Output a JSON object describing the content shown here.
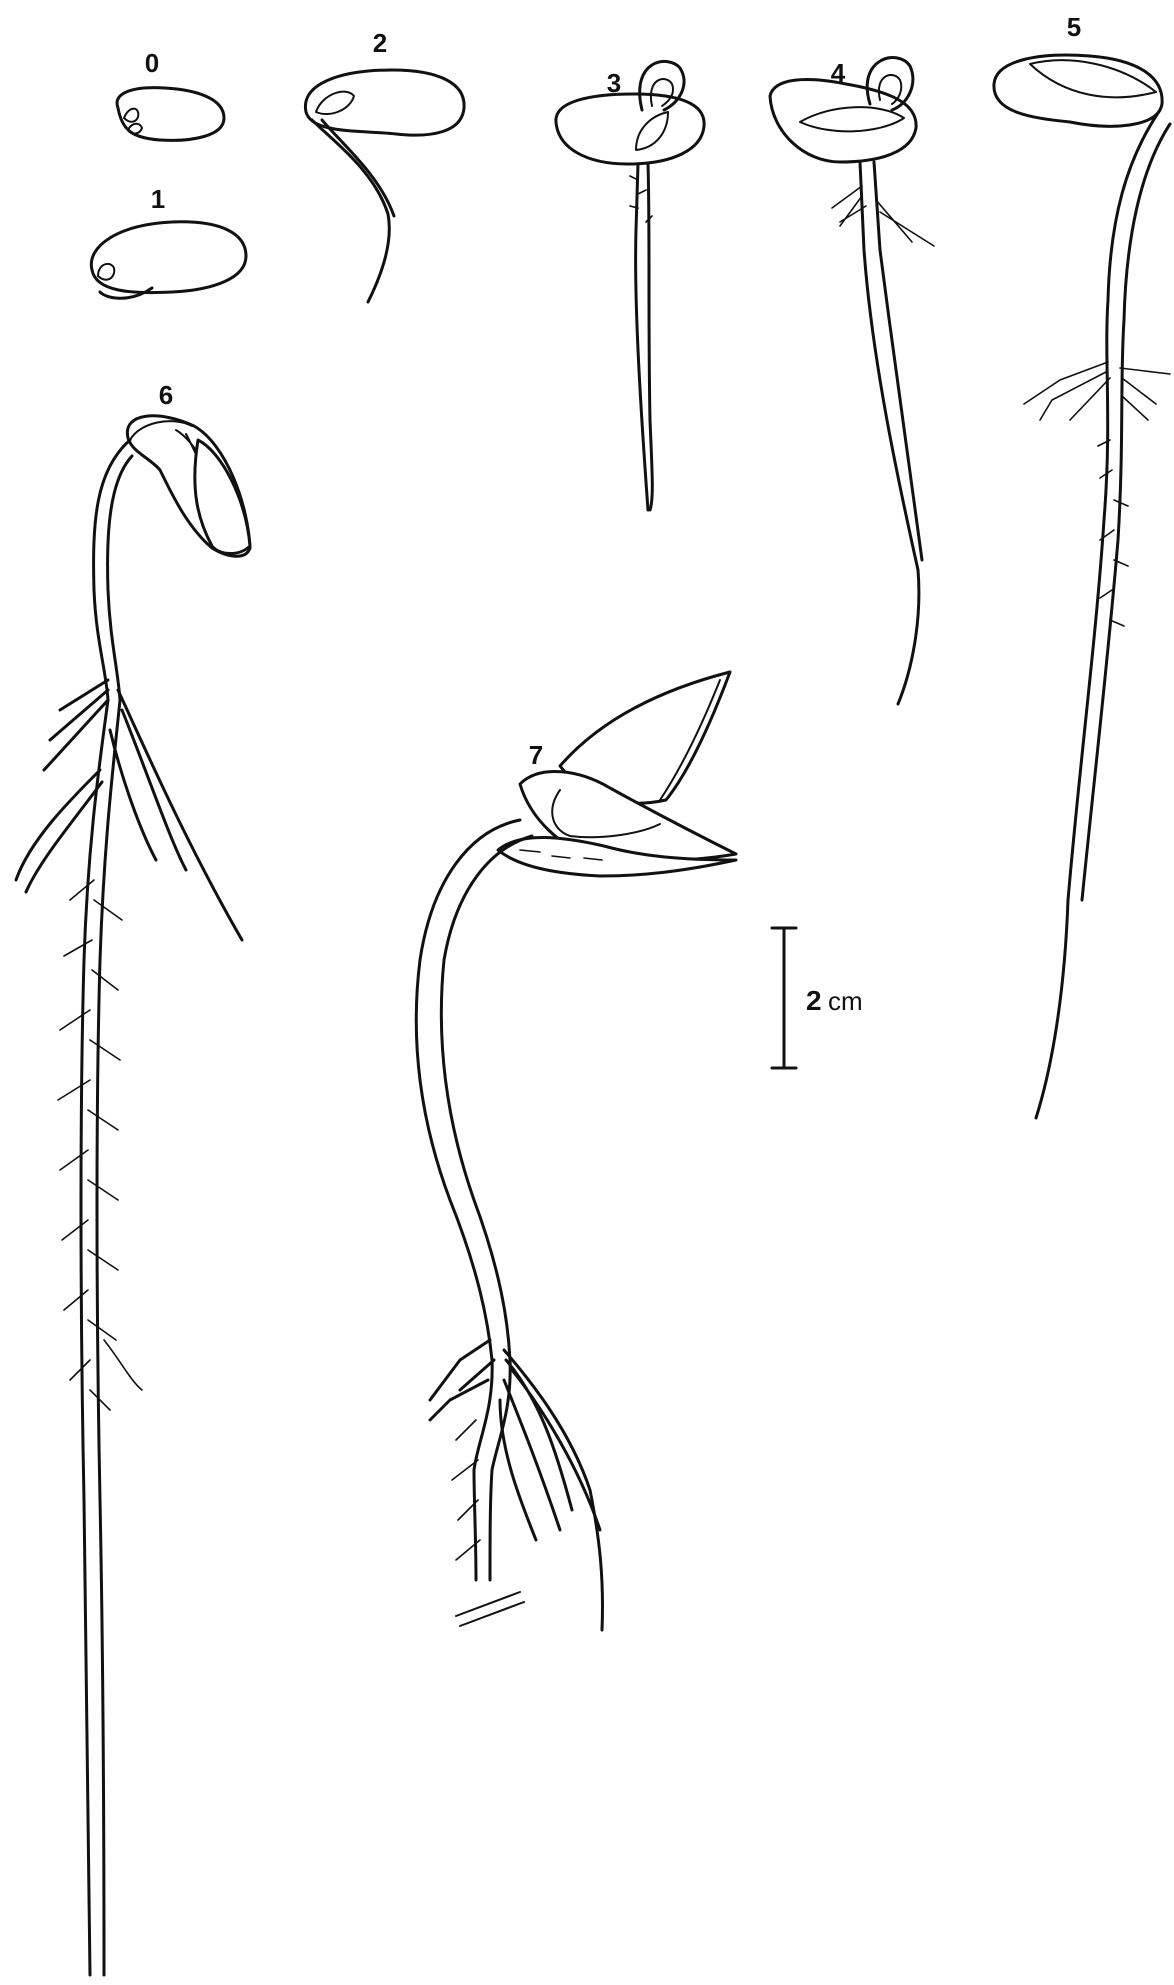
{
  "stages": [
    {
      "id": "stage-0",
      "label": "0"
    },
    {
      "id": "stage-1",
      "label": "1"
    },
    {
      "id": "stage-2",
      "label": "2"
    },
    {
      "id": "stage-3",
      "label": "3"
    },
    {
      "id": "stage-4",
      "label": "4"
    },
    {
      "id": "stage-5",
      "label": "5"
    },
    {
      "id": "stage-6",
      "label": "6"
    },
    {
      "id": "stage-7",
      "label": "7"
    }
  ],
  "scale_bar": {
    "value": "2",
    "unit": "cm"
  },
  "colors": {
    "ink": "#111111",
    "background": "#ffffff"
  }
}
